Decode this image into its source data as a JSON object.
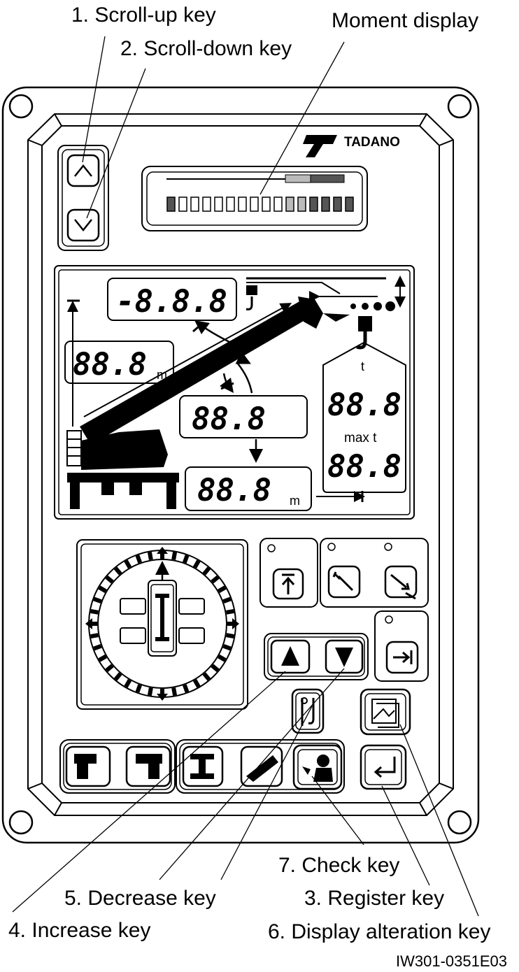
{
  "labels": {
    "scroll_up": "1. Scroll-up key",
    "scroll_down": "2. Scroll-down key",
    "moment_display": "Moment display",
    "check": "7. Check key",
    "decrease": "5. Decrease key",
    "register": "3. Register key",
    "increase": "4. Increase key",
    "display_alteration": "6. Display alteration key"
  },
  "panel": {
    "brand": "TADANO",
    "display_top": "-8.8.8",
    "display_radius": "88.8",
    "display_radius_unit": "m",
    "display_angle": "88.8",
    "display_length": "88.8",
    "display_length_unit": "m",
    "load_unit": "t",
    "display_load": "88.8",
    "max_load_label": "max t",
    "display_max_load": "88.8"
  },
  "figure_id": "IW301-0351E03"
}
